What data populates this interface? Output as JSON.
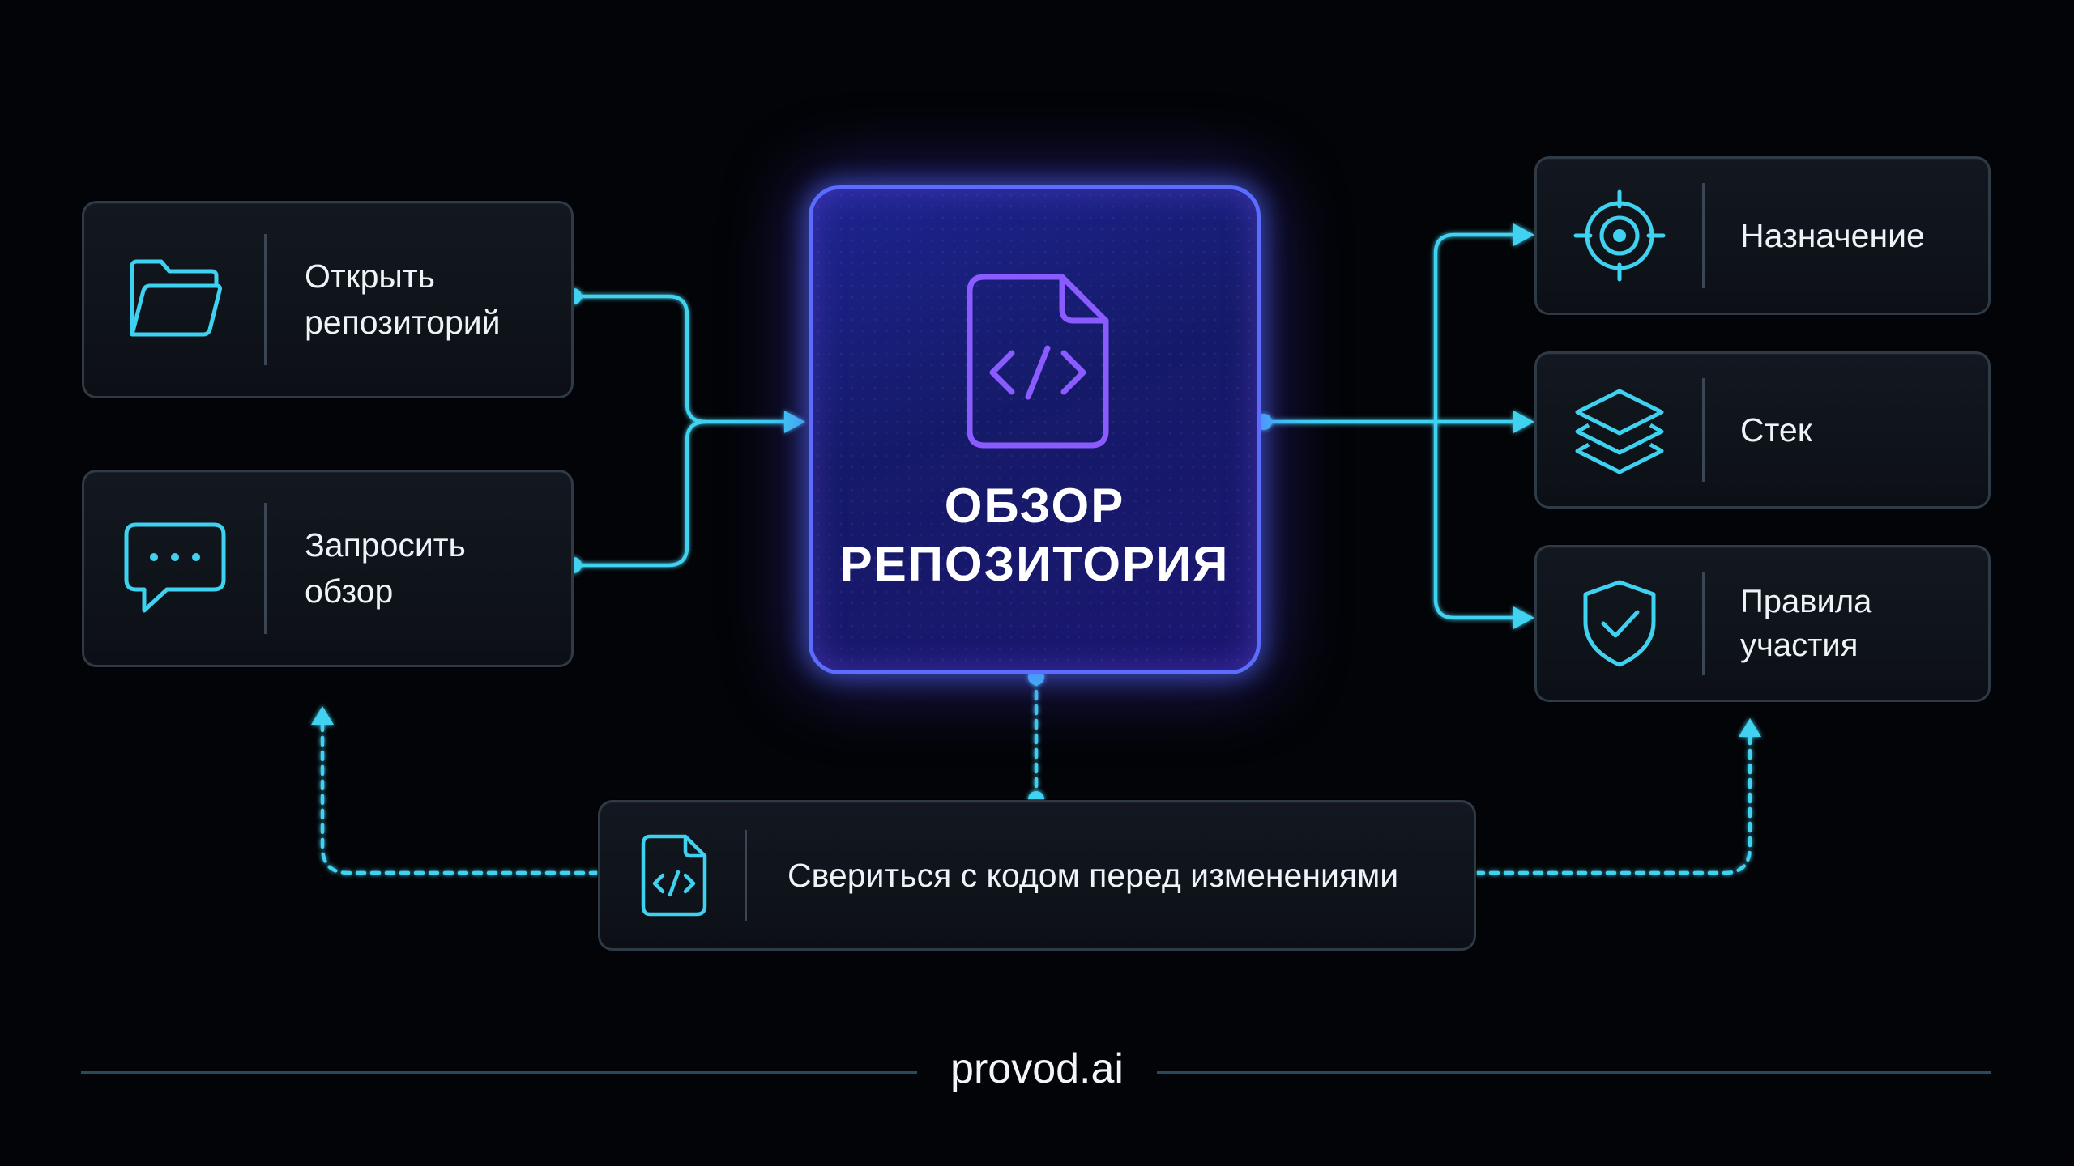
{
  "colors": {
    "background": "#030407",
    "card_border": "#2f3a47",
    "accent_cyan": "#3fd2f0",
    "center_border": "#5b6cff",
    "center_fill": "#1a1f80",
    "center_icon": "#8a5cff"
  },
  "center": {
    "title": "ОБЗОР\nРЕПОЗИТОРИЯ",
    "icon": "code-file-icon"
  },
  "inputs": [
    {
      "label": "Открыть\nрепозиторий",
      "icon": "folder-icon"
    },
    {
      "label": "Запросить\nобзор",
      "icon": "chat-bubble-icon"
    }
  ],
  "outputs": [
    {
      "label": "Назначение",
      "icon": "target-icon"
    },
    {
      "label": "Стек",
      "icon": "layers-icon"
    },
    {
      "label": "Правила\nучастия",
      "icon": "shield-check-icon"
    }
  ],
  "bottom": {
    "label": "Свериться с кодом перед изменениями",
    "icon": "code-file-icon"
  },
  "footer": {
    "brand": "provod.ai"
  }
}
